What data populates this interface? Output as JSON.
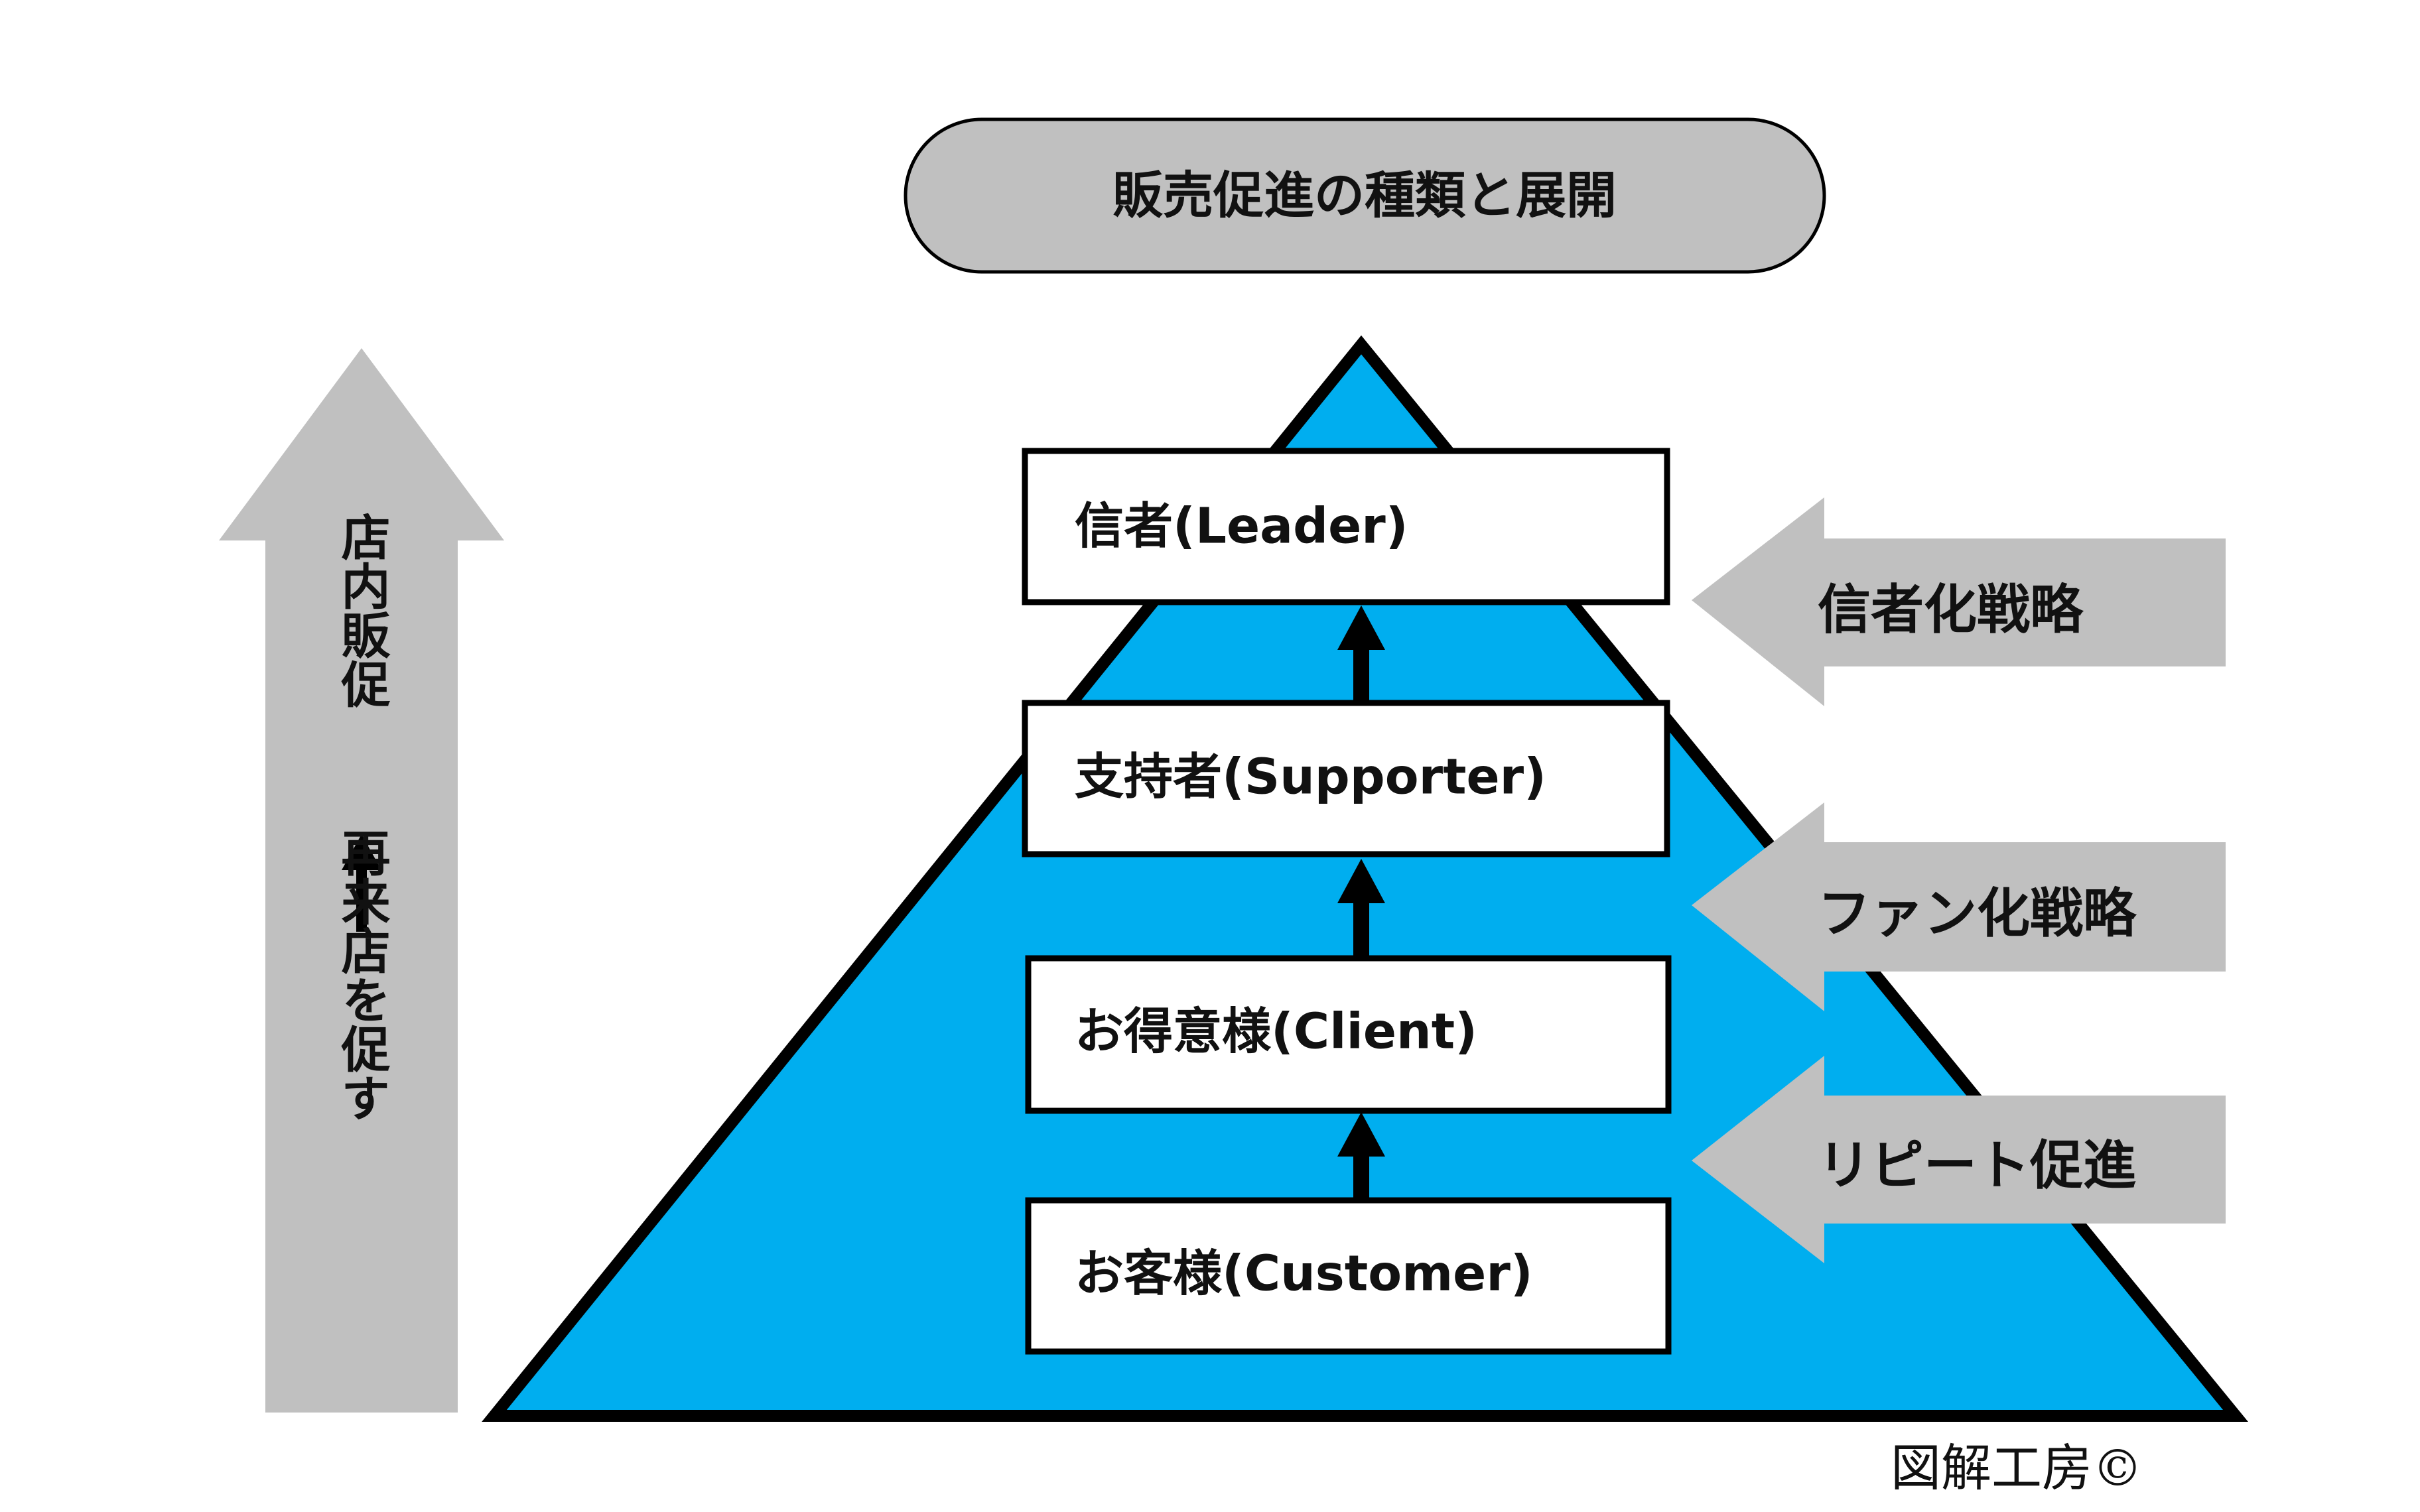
{
  "title": "販売促進の種類と展開",
  "left_arrow": {
    "top_label": "店内販促",
    "bottom_label": "再来店を促す"
  },
  "levels": [
    {
      "label": "信者(Leader)"
    },
    {
      "label": "支持者(Supporter)"
    },
    {
      "label": "お得意様(Client)"
    },
    {
      "label": "お客様(Customer)"
    }
  ],
  "strategies": [
    {
      "label": "信者化戦略"
    },
    {
      "label": "ファン化戦略"
    },
    {
      "label": "リピート促進"
    }
  ],
  "credit": "図解工房©",
  "colors": {
    "pyramid_fill": "#00AEEF",
    "outline": "#000000",
    "gray": "#C0C0C0",
    "box_fill": "#FFFFFF"
  }
}
